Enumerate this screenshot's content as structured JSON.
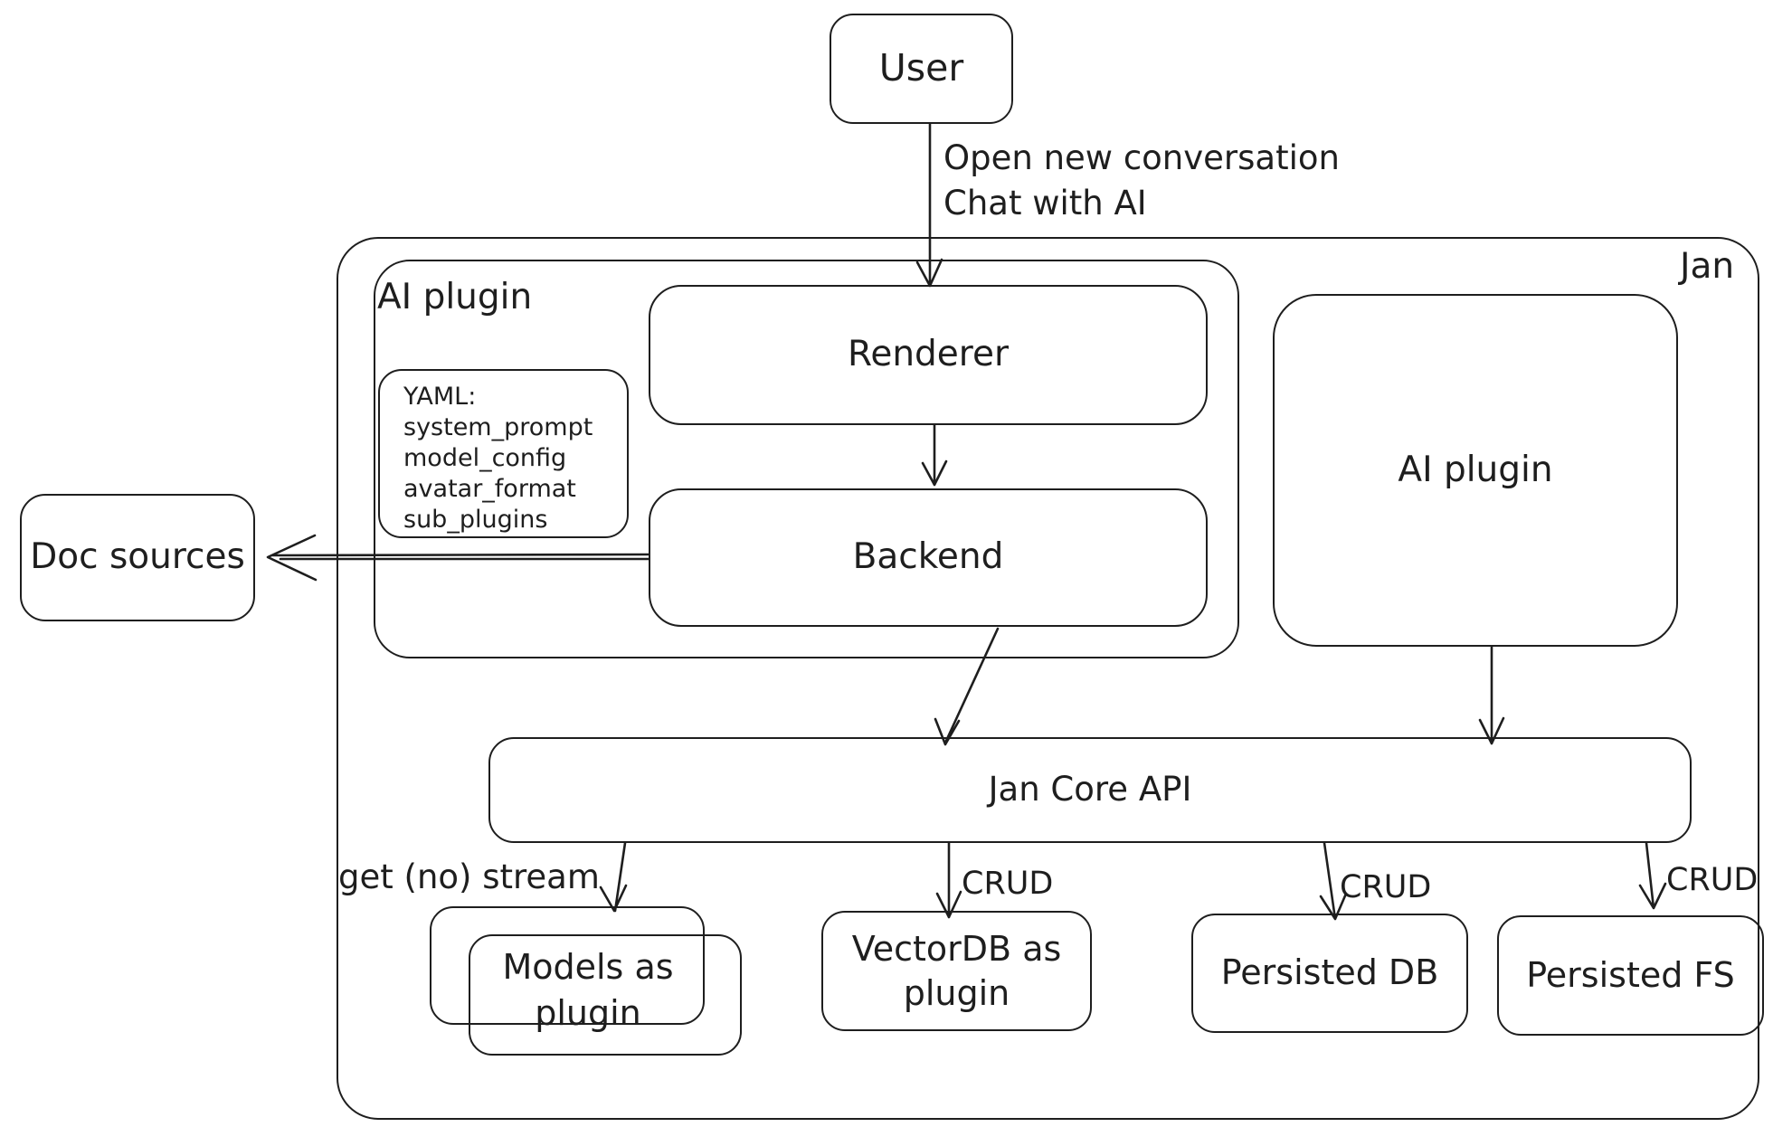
{
  "diagram": {
    "container_label": "Jan",
    "nodes": {
      "user": {
        "label": "User"
      },
      "ai_plugin_group": {
        "label": "AI plugin"
      },
      "renderer": {
        "label": "Renderer"
      },
      "backend": {
        "label": "Backend"
      },
      "yaml_note": {
        "lines": [
          "YAML:",
          "system_prompt",
          "model_config",
          "avatar_format",
          "sub_plugins"
        ]
      },
      "ai_plugin": {
        "label": "AI plugin"
      },
      "doc_sources": {
        "label": "Doc sources"
      },
      "jan_core_api": {
        "label": "Jan Core API"
      },
      "models_as_plugin": {
        "label": "Models as\nplugin"
      },
      "vectordb_as_plugin": {
        "label": "VectorDB as\nplugin"
      },
      "persisted_db": {
        "label": "Persisted DB"
      },
      "persisted_fs": {
        "label": "Persisted FS"
      }
    },
    "edges": {
      "user_to_renderer": {
        "label": "Open new conversation\nChat with AI"
      },
      "api_to_models": {
        "label": "get (no) stream"
      },
      "api_to_vectordb": {
        "label": "CRUD"
      },
      "api_to_persisted_db": {
        "label": "CRUD"
      },
      "api_to_persisted_fs": {
        "label": "CRUD"
      }
    },
    "colors": {
      "stroke": "#1e1e1e",
      "background": "#ffffff"
    }
  }
}
